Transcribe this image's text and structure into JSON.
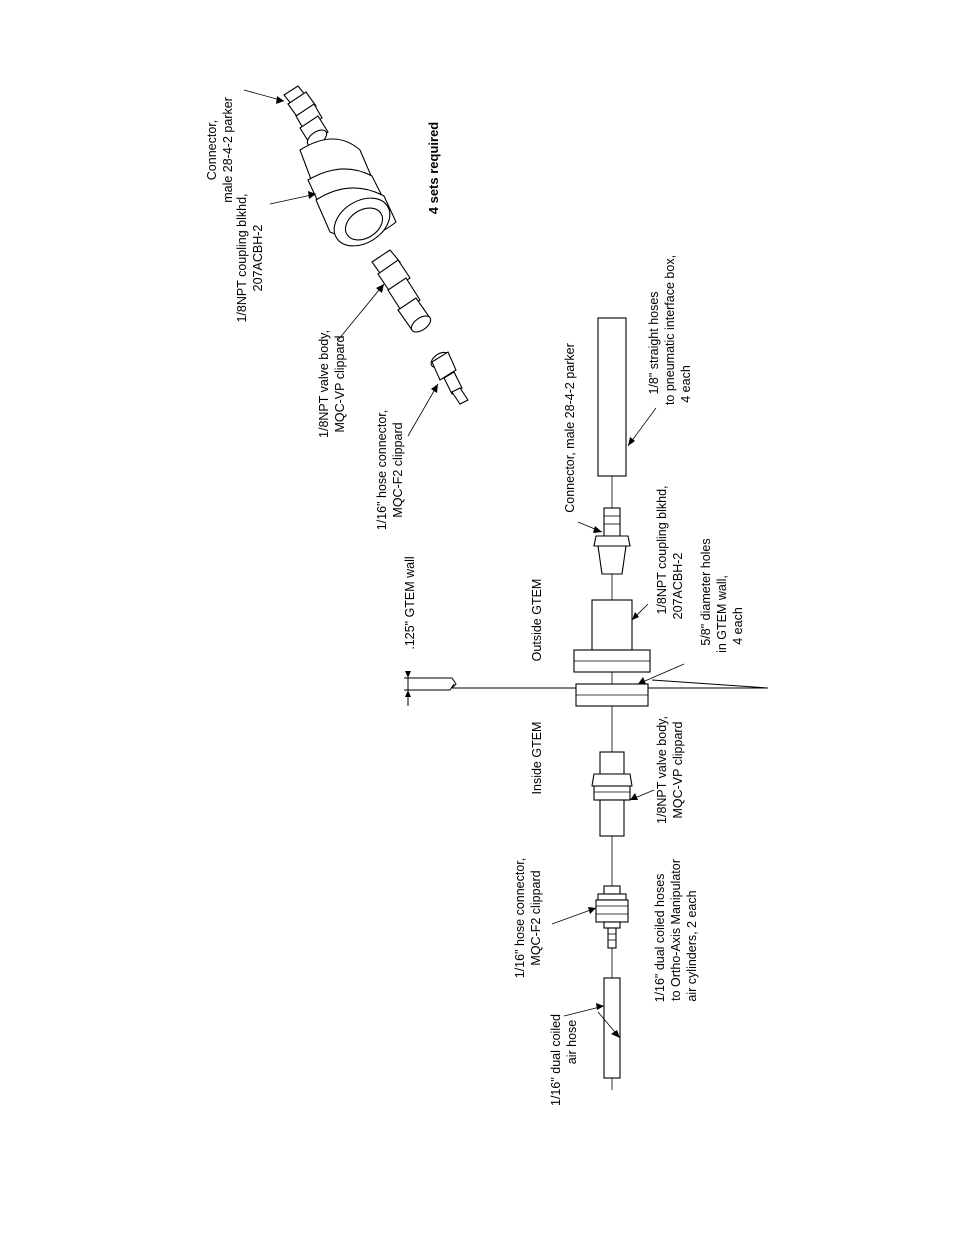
{
  "title": "",
  "exploded_view": {
    "connector_label_1": "Connector,",
    "connector_label_2": "male 28-4-2 parker",
    "coupling_label_1": "1/8NPT coupling blkhd,",
    "coupling_label_2": "207ACBH-2",
    "valve_label_1": "1/8NPT valve body,",
    "valve_label_2": "MQC-VP clippard",
    "hose_connector_label_1": "1/16\" hose connector,",
    "hose_connector_label_2": "MQC-F2 clippard",
    "sets_required": "4 sets required"
  },
  "assembly_view": {
    "connector_label": "Connector, male 28-4-2 parker",
    "straight_hoses_1": "1/8\" straight hoses",
    "straight_hoses_2": "to pneumatic interface box,",
    "straight_hoses_3": "4 each",
    "outside": "Outside GTEM",
    "inside": "Inside GTEM",
    "wall_label": ".125\" GTEM wall",
    "coupling_label_1": "1/8NPT coupling blkhd,",
    "coupling_label_2": "207ACBH-2",
    "holes_label_1": "5/8\" diameter holes",
    "holes_label_2": "in GTEM wall,",
    "holes_label_3": "4 each",
    "valve_label_1": "1/8NPT valve body,",
    "valve_label_2": "MQC-VP clippard",
    "hose_connector_label_1": "1/16\" hose connector,",
    "hose_connector_label_2": "MQC-F2 clippard",
    "coiled_hoses_1": "1/16\" dual coiled hoses",
    "coiled_hoses_2": "to Ortho-Axis Manipulator",
    "coiled_hoses_3": "air cylinders, 2 each",
    "air_hose_1": "1/16\" dual coiled",
    "air_hose_2": "air hose"
  }
}
